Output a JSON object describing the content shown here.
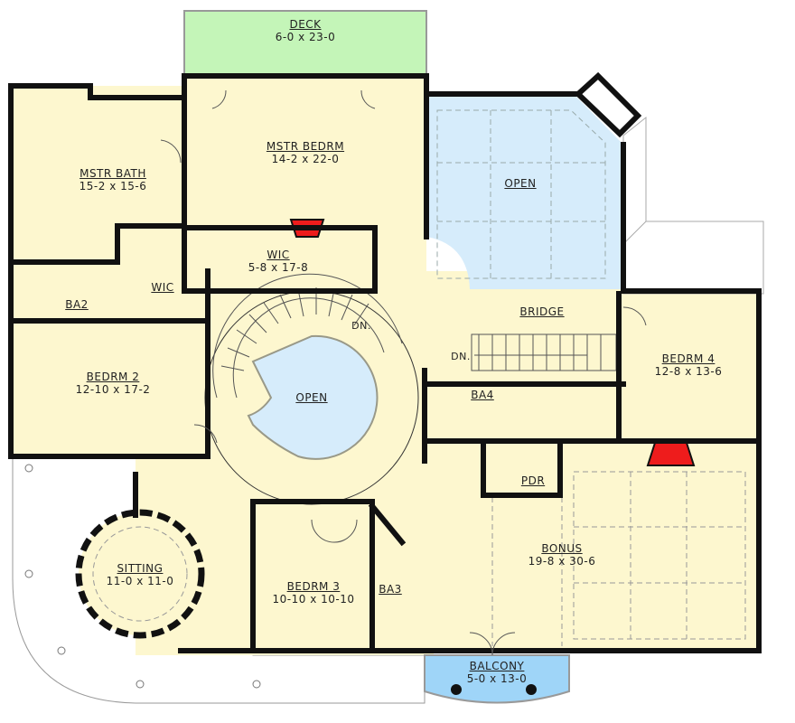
{
  "plan": {
    "type": "floor_plan",
    "level": "upper",
    "colors": {
      "interior": "#fdf7cf",
      "open_to_below": "#d6ecfb",
      "deck": "#c4f5b8",
      "balcony": "#9fd5f8",
      "fireplace": "#ee1c1c",
      "wall": "#111111",
      "exterior_porch": "#ffffff"
    },
    "rooms": [
      {
        "id": "deck",
        "name": "DECK",
        "dims": "6-0 x 23-0"
      },
      {
        "id": "mstr-bedrm",
        "name": "MSTR BEDRM",
        "dims": "14-2 x 22-0"
      },
      {
        "id": "mstr-bath",
        "name": "MSTR BATH",
        "dims": "15-2 x 15-6"
      },
      {
        "id": "wic-master",
        "name": "WIC",
        "dims": "5-8 x 17-8"
      },
      {
        "id": "open-upper",
        "name": "OPEN",
        "dims": ""
      },
      {
        "id": "ba2",
        "name": "BA2",
        "dims": ""
      },
      {
        "id": "wic-small",
        "name": "WIC",
        "dims": ""
      },
      {
        "id": "bridge",
        "name": "BRIDGE",
        "dims": ""
      },
      {
        "id": "bedrm-2",
        "name": "BEDRM 2",
        "dims": "12-10 x 17-2"
      },
      {
        "id": "open-stair",
        "name": "OPEN",
        "dims": ""
      },
      {
        "id": "bedrm-4",
        "name": "BEDRM 4",
        "dims": "12-8 x 13-6"
      },
      {
        "id": "ba4",
        "name": "BA4",
        "dims": ""
      },
      {
        "id": "pdr",
        "name": "PDR",
        "dims": ""
      },
      {
        "id": "sitting",
        "name": "SITTING",
        "dims": "11-0 x 11-0"
      },
      {
        "id": "bedrm-3",
        "name": "BEDRM 3",
        "dims": "10-10 x 10-10"
      },
      {
        "id": "ba3",
        "name": "BA3",
        "dims": ""
      },
      {
        "id": "bonus",
        "name": "BONUS",
        "dims": "19-8 x 30-6"
      },
      {
        "id": "balcony",
        "name": "BALCONY",
        "dims": "5-0 x 13-0"
      }
    ],
    "annotations": {
      "stair_down_circular": "DN.",
      "stair_down_straight": "DN."
    }
  }
}
